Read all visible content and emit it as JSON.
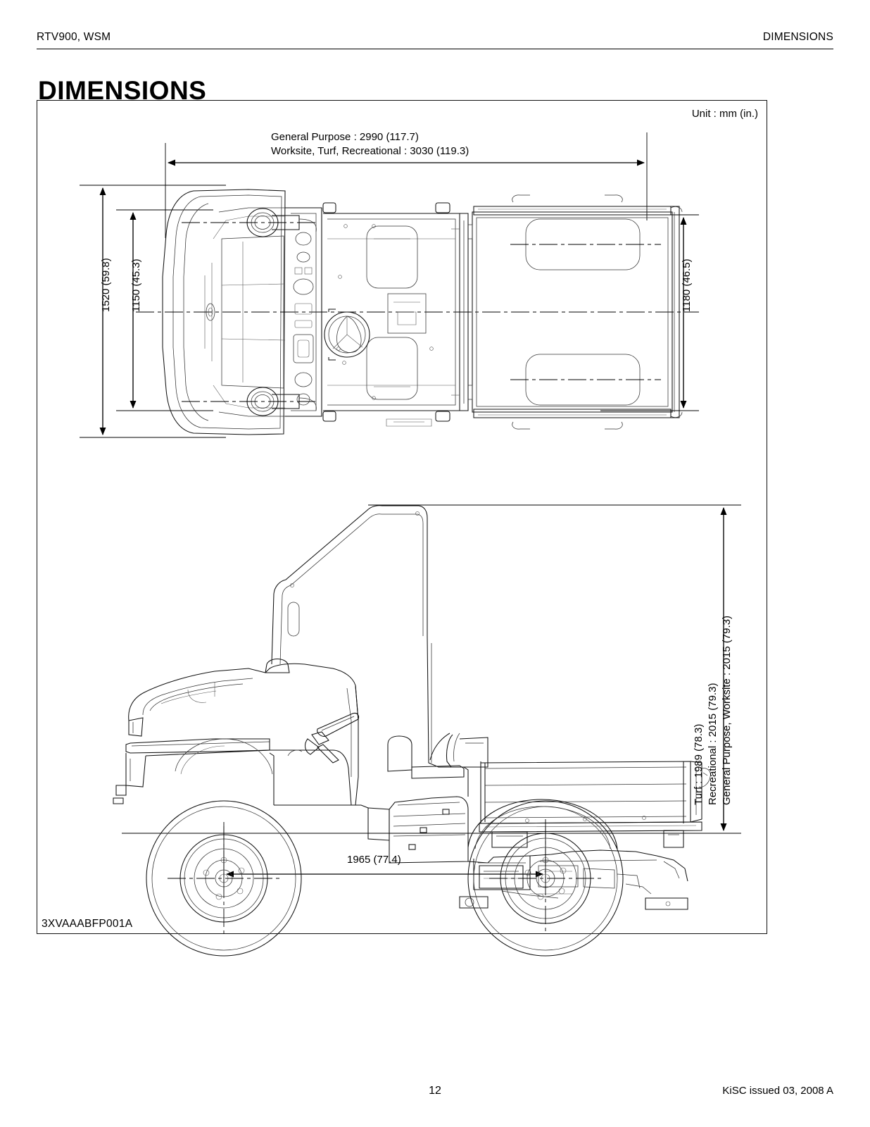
{
  "header": {
    "left": "RTV900, WSM",
    "right": "DIMENSIONS"
  },
  "title": "DIMENSIONS",
  "figure": {
    "unit_note": "Unit : mm (in.)",
    "figure_code": "3XVAAABFP001A",
    "top_view": {
      "overall_length_line1": "General Purpose : 2990 (117.7)",
      "overall_length_line2": "Worksite, Turf, Recreational : 3030 (119.3)",
      "overall_width": "1520 (59.8)",
      "cab_width": "1150 (45.3)",
      "bed_width": "1180 (46.5)"
    },
    "side_view": {
      "height_line1": "Turf : 1989 (78.3)",
      "height_line2": "Recreational : 2015 (79.3)",
      "height_line3": "General Purpose, Worksite : 2015 (79.3)",
      "wheelbase": "1965 (77.4)"
    }
  },
  "footer": {
    "page_number": "12",
    "issue": "KiSC issued 03, 2008 A"
  }
}
